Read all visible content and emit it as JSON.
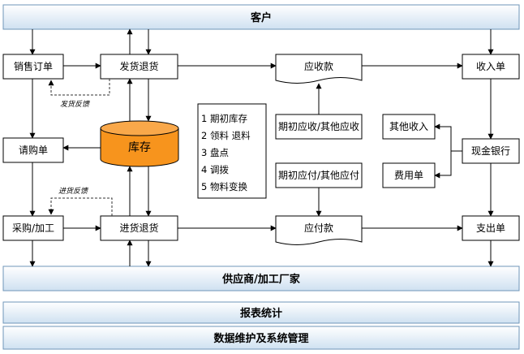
{
  "bars": {
    "customer": "客户",
    "supplier": "供应商/加工厂家",
    "report": "报表统计",
    "maintenance": "数据维护及系统管理"
  },
  "nodes": {
    "sales_order": "销售订单",
    "ship_return": "发货退货",
    "inventory": "库存",
    "purchase_request": "请购单",
    "purchase_process": "采购/加工",
    "receive_return": "进货退货",
    "receivable": "应收款",
    "payable": "应付款",
    "initial_receivable": "期初应收/其他应收",
    "initial_payable": "期初应付/其他应付",
    "income_slip": "收入单",
    "other_income": "其他收入",
    "expense_slip": "费用单",
    "cash_bank": "现金银行",
    "payment_slip": "支出单"
  },
  "inventory_ops": [
    "1 期初库存",
    "2 领料 退料",
    "3 盘点",
    "4 调拨",
    "5 物料变换"
  ],
  "notes": {
    "ship_feedback": "发货反馈",
    "receive_feedback": "进货反馈"
  },
  "colors": {
    "bar_top": "#ffffff",
    "bar_bottom": "#cfe1f1",
    "cylinder": "#f7941d"
  }
}
